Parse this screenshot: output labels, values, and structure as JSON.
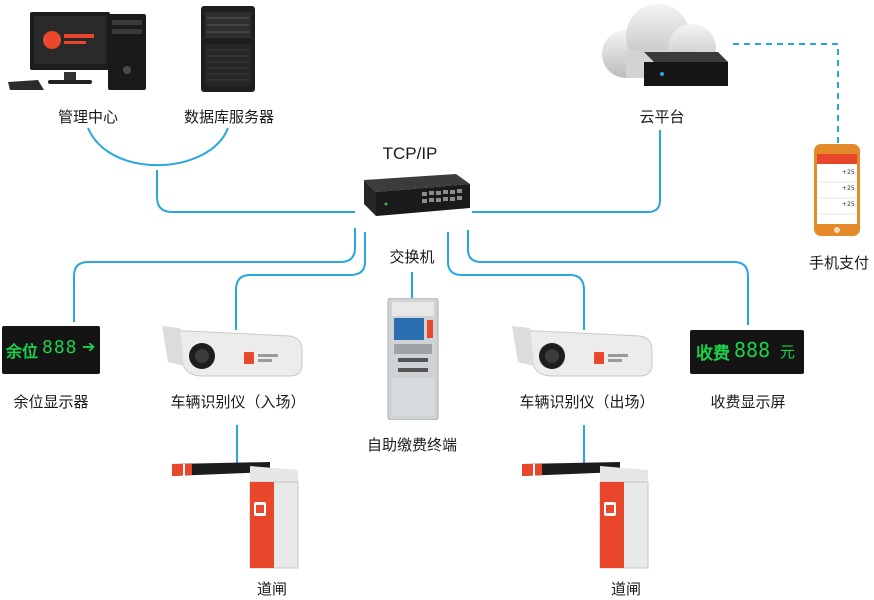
{
  "nodes": {
    "management_center": "管理中心",
    "database_server": "数据库服务器",
    "cloud_platform": "云平台",
    "mobile_payment": "手机支付",
    "protocol": "TCP/IP",
    "switch": "交换机",
    "spaces_display": "余位显示器",
    "lpr_entry": "车辆识别仪（入场）",
    "lpr_exit": "车辆识别仪（出场）",
    "fee_display": "收费显示屏",
    "kiosk": "自助缴费终端",
    "gate_left": "道闸",
    "gate_right": "道闸"
  },
  "screens": {
    "spaces_sign": "余位",
    "spaces_digits": "888",
    "fee_sign": "收费",
    "fee_digits": "888",
    "fee_unit": "元",
    "phone_amounts": [
      "+25",
      "+25",
      "+25"
    ]
  },
  "colors": {
    "wire": "#2aa6df",
    "led_green": "#1bd14a",
    "gate_red": "#e8472c"
  }
}
